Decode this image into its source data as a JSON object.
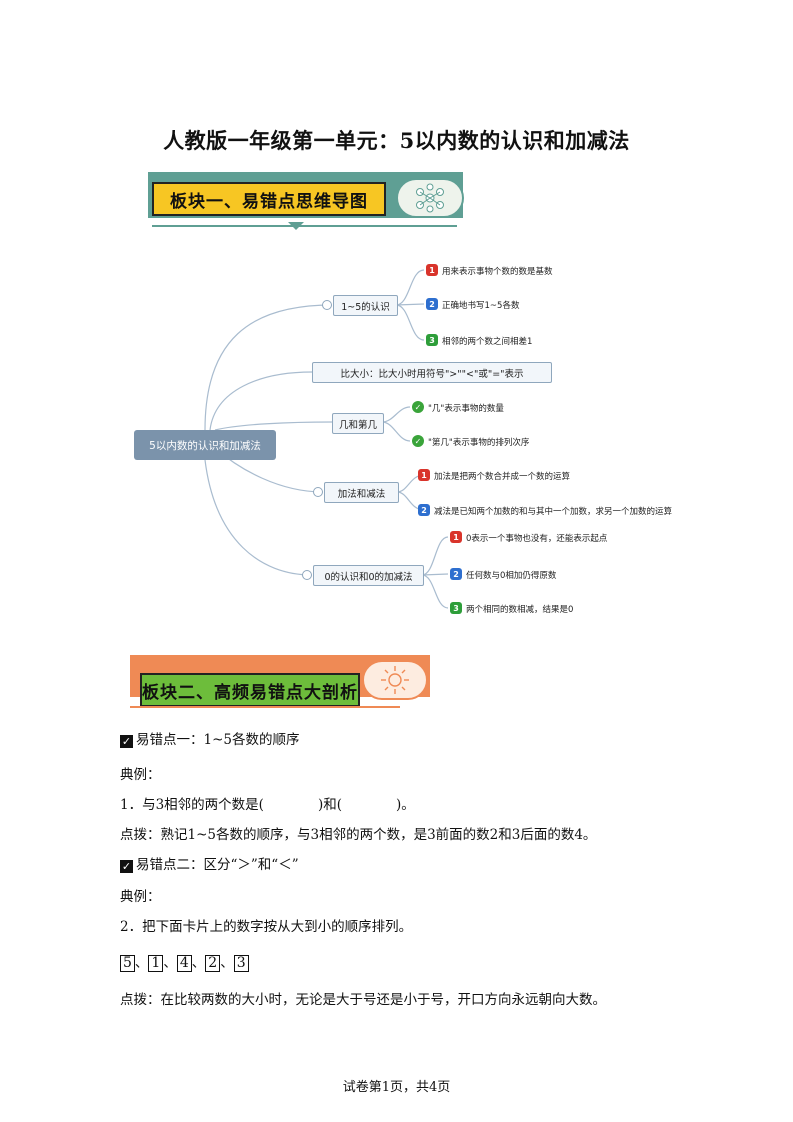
{
  "title": "人教版一年级第一单元：5以内数的认识和加减法",
  "section1": {
    "label": "板块一、易错点思维导图"
  },
  "section2": {
    "label": "板块二、高频易错点大剖析"
  },
  "mindmap": {
    "root": "5以内数的认识和加减法",
    "b1": {
      "label": "1~5的认识",
      "leaves": [
        "用来表示事物个数的数是基数",
        "正确地书写1~5各数",
        "相邻的两个数之间相差1"
      ]
    },
    "b2": {
      "label": "比大小：比大小时用符号\">\"\"<\"或\"=\"表示"
    },
    "b3": {
      "label": "几和第几",
      "leaves": [
        "\"几\"表示事物的数量",
        "\"第几\"表示事物的排列次序"
      ]
    },
    "b4": {
      "label": "加法和减法",
      "leaves": [
        "加法是把两个数合并成一个数的运算",
        "减法是已知两个加数的和与其中一个加数，求另一个加数的运算"
      ]
    },
    "b5": {
      "label": "0的认识和0的加减法",
      "leaves": [
        "0表示一个事物也没有，还能表示起点",
        "任何数与0相加仍得原数",
        "两个相同的数相减，结果是0"
      ]
    }
  },
  "errors": {
    "e1_title": "易错点一：1~5各数的顺序",
    "e1_example": "典例：",
    "e1_question": "1．与3相邻的两个数是(　　　　)和(　　　　)。",
    "e1_tip": "点拨：熟记1~5各数的顺序，与3相邻的两个数，是3前面的数2和3后面的数4。",
    "e2_title": "易错点二：区分“＞”和“＜”",
    "e2_example": "典例：",
    "e2_question": "2．把下面卡片上的数字按从大到小的顺序排列。",
    "cards": [
      "5",
      "1",
      "4",
      "2",
      "3"
    ],
    "sep": "、",
    "e2_tip": "点拨：在比较两数的大小时，无论是大于号还是小于号，开口方向永远朝向大数。"
  },
  "footer": "试卷第1页，共4页"
}
